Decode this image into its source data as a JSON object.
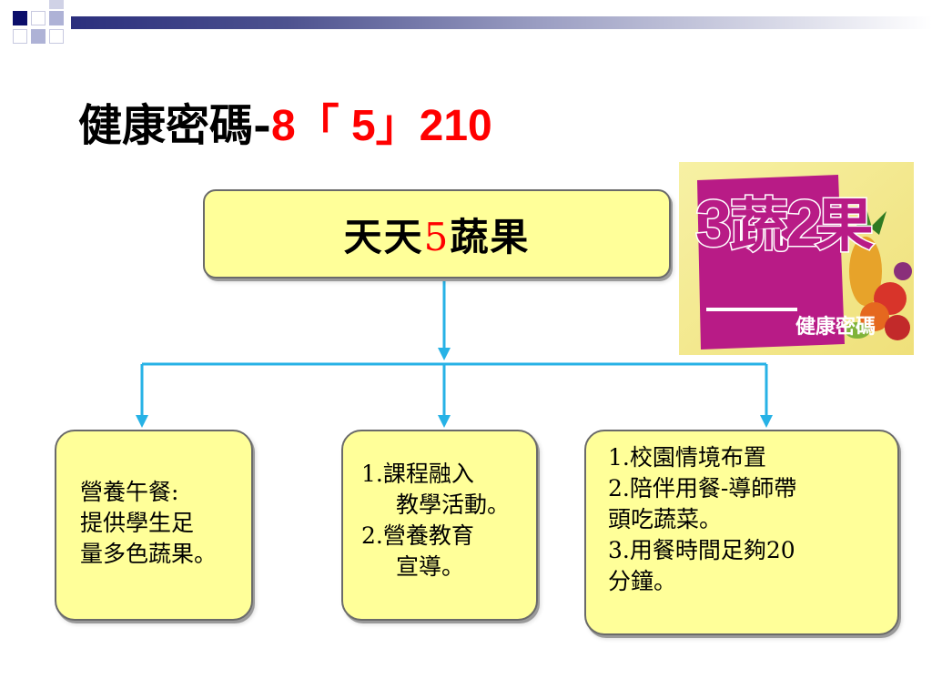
{
  "title": {
    "main": "健康密碼-",
    "code": "8「 5」210"
  },
  "top_box": {
    "prefix": "天天",
    "number": "5",
    "suffix": "蔬果"
  },
  "boxes": [
    {
      "lines": [
        "營養午餐:",
        "提供學生足",
        "量多色蔬果。"
      ]
    },
    {
      "lines": [
        "1.課程融入",
        "教學活動。",
        "2.營養教育",
        "宣導。"
      ]
    },
    {
      "lines": [
        "1.校園情境布置",
        "2.陪伴用餐-導師帶",
        "頭吃蔬菜。",
        "3.用餐時間足夠20",
        "分鐘。"
      ]
    }
  ],
  "banner": {
    "big": [
      "3",
      "蔬",
      "2",
      "果"
    ],
    "small": "健康密碼"
  },
  "colors": {
    "box_fill": "#ffff99",
    "arrow": "#27b2e6",
    "accent_red": "#ff0000",
    "banner_magenta": "#b81b86"
  }
}
